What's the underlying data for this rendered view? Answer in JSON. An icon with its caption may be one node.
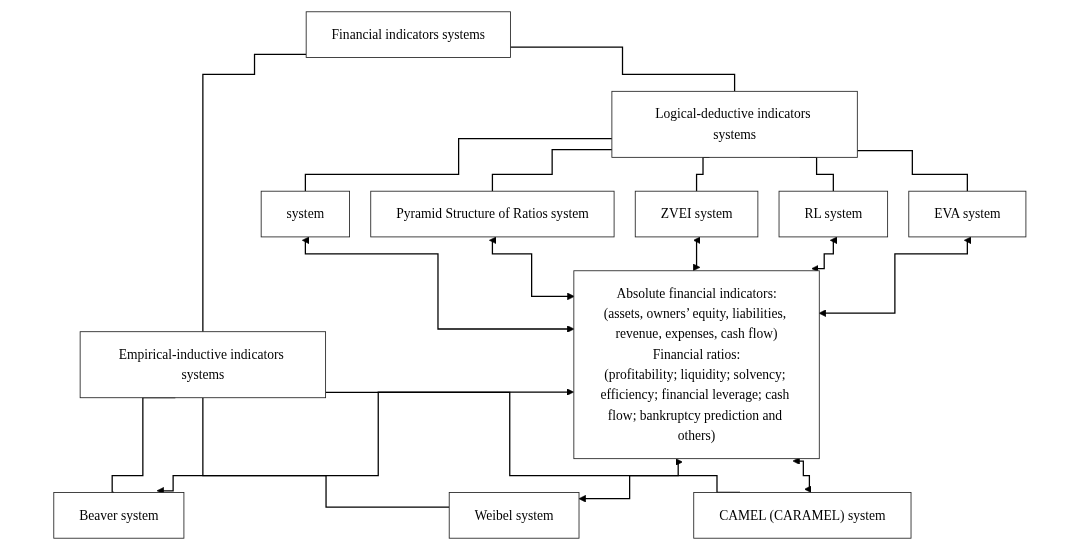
{
  "diagram": {
    "nodes": [
      {
        "text": [
          "Financial indicators systems"
        ]
      },
      {
        "text": [
          "Logical-deductive indicators systems"
        ]
      },
      {
        "text": [
          "Empirical-inductive indicators systems"
        ]
      },
      {
        "text": [
          "system"
        ]
      },
      {
        "text": [
          "Pyramid Structure of Ratios system"
        ]
      },
      {
        "text": [
          "ZVEI system"
        ]
      },
      {
        "text": [
          "RL system"
        ]
      },
      {
        "text": [
          "EVA system"
        ]
      },
      {
        "text": [
          "Absolute financial indicators:",
          "(assets, owners’ equity, liabilities, revenue, expenses, cash flow)",
          "Financial ratios:",
          "(profitability; liquidity; solvency; efficiency; financial leverage; cash flow; bankruptcy prediction and others)"
        ]
      },
      {
        "text": [
          "Beaver system"
        ]
      },
      {
        "text": [
          "Weibel system"
        ]
      },
      {
        "text": [
          "CAMEL (CARAMEL) system"
        ]
      }
    ],
    "edges": [
      {
        "from": 0,
        "to": 1,
        "arrow": "none"
      },
      {
        "from": 0,
        "to": 2,
        "arrow": "none"
      },
      {
        "from": 1,
        "to": 3,
        "arrow": "none"
      },
      {
        "from": 1,
        "to": 4,
        "arrow": "none"
      },
      {
        "from": 1,
        "to": 5,
        "arrow": "none"
      },
      {
        "from": 1,
        "to": 6,
        "arrow": "none"
      },
      {
        "from": 1,
        "to": 7,
        "arrow": "none"
      },
      {
        "from": 2,
        "to": 9,
        "arrow": "none"
      },
      {
        "from": 2,
        "to": 10,
        "arrow": "none"
      },
      {
        "from": 2,
        "to": 11,
        "arrow": "none"
      },
      {
        "from": 3,
        "to": 8,
        "arrow": "both"
      },
      {
        "from": 4,
        "to": 8,
        "arrow": "both"
      },
      {
        "from": 5,
        "to": 8,
        "arrow": "both"
      },
      {
        "from": 6,
        "to": 8,
        "arrow": "both"
      },
      {
        "from": 7,
        "to": 8,
        "arrow": "both"
      },
      {
        "from": 8,
        "to": 9,
        "arrow": "both"
      },
      {
        "from": 8,
        "to": 10,
        "arrow": "both"
      },
      {
        "from": 8,
        "to": 11,
        "arrow": "both"
      }
    ]
  }
}
